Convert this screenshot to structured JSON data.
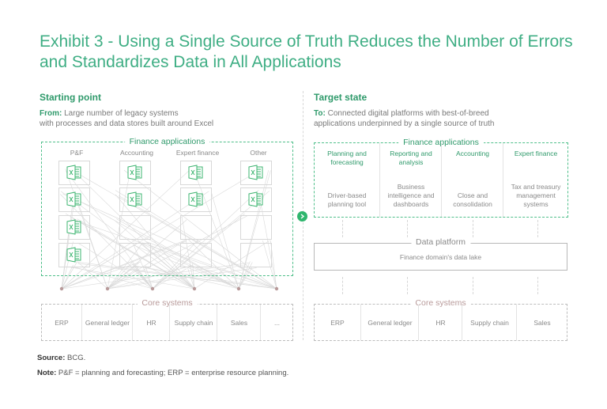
{
  "title": "Exhibit 3 - Using a Single Source of Truth Reduces the Number of Errors and Standardizes Data in All Applications",
  "left": {
    "heading": "Starting point",
    "from_label": "From:",
    "from_text_line1": "Large number of legacy systems",
    "from_text_line2": "with processes and data stores built around Excel",
    "finance_label": "Finance applications",
    "columns": [
      {
        "label": "P&F",
        "excel_count": 4,
        "empty_count": 0
      },
      {
        "label": "Accounting",
        "excel_count": 2,
        "empty_count": 2
      },
      {
        "label": "Expert finance",
        "excel_count": 2,
        "empty_count": 2
      },
      {
        "label": "Other",
        "excel_count": 2,
        "empty_count": 2
      }
    ],
    "core_label": "Core systems",
    "core_items": [
      "ERP",
      "General ledger",
      "HR",
      "Supply chain",
      "Sales",
      "..."
    ],
    "icon": "excel-file-icon"
  },
  "transition_icon": "chevron-right-circle-icon",
  "right": {
    "heading": "Target state",
    "to_label": "To:",
    "to_text_line1": "Connected digital platforms with best-of-breed",
    "to_text_line2": "applications underpinned by a single source of truth",
    "finance_label": "Finance applications",
    "apps": [
      {
        "title": "Planning and forecasting",
        "desc": "Driver-based planning tool"
      },
      {
        "title": "Reporting and analysis",
        "desc": "Business intelligence and dashboards"
      },
      {
        "title": "Accounting",
        "desc": "Close and consolidation"
      },
      {
        "title": "Expert finance",
        "desc": "Tax and treasury management systems"
      }
    ],
    "data_platform_label": "Data platform",
    "data_platform_desc": "Finance domain's data lake",
    "core_label": "Core systems",
    "core_items": [
      "ERP",
      "General ledger",
      "HR",
      "Supply chain",
      "Sales"
    ]
  },
  "footer": {
    "source_label": "Source:",
    "source_text": "BCG.",
    "note_label": "Note:",
    "note_text": "P&F = planning and forecasting; ERP = enterprise resource planning."
  },
  "colors": {
    "accent": "#2f9a6b",
    "title": "#3fae84",
    "core_label": "#b89a9a",
    "node": "#b89a9a"
  }
}
